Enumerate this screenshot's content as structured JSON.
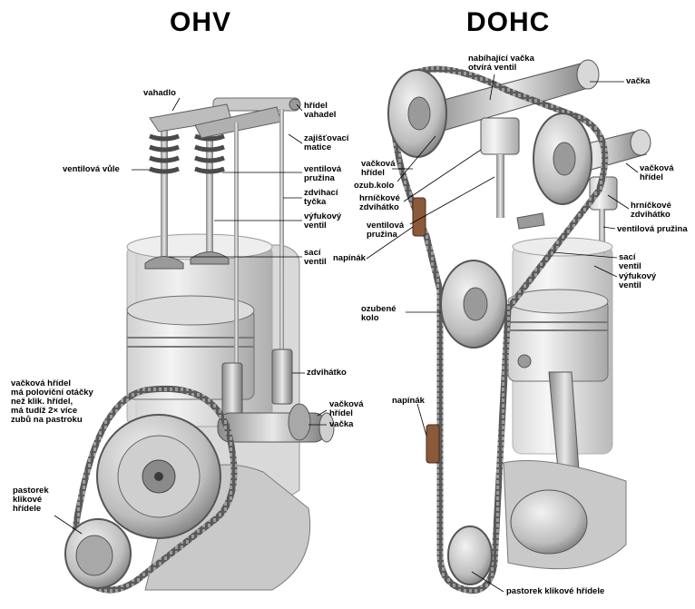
{
  "titles": {
    "ohv": "OHV",
    "dohc": "DOHC"
  },
  "labels": {
    "ohv": {
      "vahadlo": "vahadlo",
      "hridel_vahadel": "hřídel\nvahadel",
      "zajistovaci_matice": "zajišťovací\nmatice",
      "ventilova_vule": "ventilová vůle",
      "ventilova_pruzina": "ventilová\npružina",
      "zdvihaci_tycka": "zdvihací\ntyčka",
      "vyfukovy_ventil": "výfukový\nventil",
      "saci_ventil": "sací\nventil",
      "zdvihatko": "zdvihátko",
      "vackova_hridel_note": "vačková hřídel\nmá poloviční otáčky\nnež klik. hřídel,\nmá tudíž 2× více\nzubů na pastroku",
      "vackova_hridel": "vačková\nhřídel",
      "vacka": "vačka",
      "pastorek": "pastorek\nklikové\nhřídele"
    },
    "dohc": {
      "nabihajici_vacka": "nabíhající vačka\notvírá ventil",
      "vacka": "vačka",
      "vackova_hridel_left": "vačková\nhřídel",
      "ozub_kolo": "ozub.kolo",
      "hrnickove_zdvihatko_left": "hrníčkové\nzdvihátko",
      "ventilova_pruzina_left": "ventilová\npružina",
      "vackova_hridel_right": "vačková\nhřídel",
      "hrnickove_zdvihatko_right": "hrníčkové\nzdvihátko",
      "ventilova_pruzina_right": "ventilová pružina",
      "napinak_top": "napínák",
      "saci_ventil": "sací\nventil",
      "vyfukovy_ventil": "výfukový\nventil",
      "ozubene_kolo": "ozubené\nkolo",
      "napinak_bottom": "napínák",
      "pastorek": "pastorek klikové hřídele"
    }
  },
  "colors": {
    "metal_light": "#e6e6e6",
    "metal_mid": "#b5b5b5",
    "metal_dark": "#6e6e6e",
    "chain": "#4a4a4a",
    "tensioner": "#8a5a3a",
    "leader": "#000000"
  }
}
